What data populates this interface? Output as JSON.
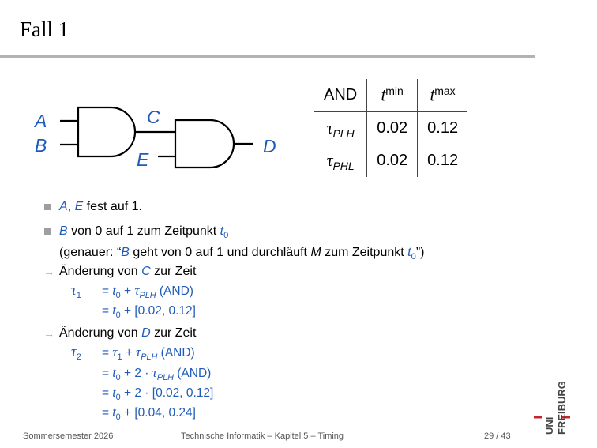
{
  "slide": {
    "title": "Fall 1"
  },
  "circuit": {
    "input_a": "A",
    "input_b": "B",
    "wire_c": "C",
    "input_e": "E",
    "output_d": "D"
  },
  "table": {
    "header": [
      "AND",
      "t",
      "min",
      "t",
      "max"
    ],
    "rows": [
      {
        "tau": "τ",
        "sub": "PLH",
        "min": "0.02",
        "max": "0.12"
      },
      {
        "tau": "τ",
        "sub": "PHL",
        "min": "0.02",
        "max": "0.12"
      }
    ]
  },
  "bullets": {
    "b1": {
      "a": "A",
      "sep": ", ",
      "e": "E",
      "rest": " fest auf 1."
    },
    "b2": {
      "b": "B",
      "rest": " von 0 auf 1 zum Zeitpunkt ",
      "t": "t",
      "t_sub": "0"
    },
    "b2_line2": {
      "pre": "(genauer: “",
      "b": "B",
      "mid": " geht von 0 auf 1 und durchläuft ",
      "m": "M",
      "mid2": " zum Zeitpunkt ",
      "t": "t",
      "t_sub": "0",
      "post": "”)"
    }
  },
  "section_c": {
    "pre": "Änderung von ",
    "var": "C",
    "post": " zur Zeit",
    "tau": "τ",
    "tau_sub": "1",
    "lines": [
      {
        "eq": "= ",
        "t": "t",
        "t_sub": "0",
        "rest": " + ",
        "tau": "τ",
        "tau_sub": "PLH",
        "tail": " (AND)"
      },
      {
        "eq": "= ",
        "t": "t",
        "t_sub": "0",
        "rest": " + [0.02, 0.12]"
      }
    ]
  },
  "section_d": {
    "pre": "Änderung von ",
    "var": "D",
    "post": " zur Zeit",
    "tau": "τ",
    "tau_sub": "2",
    "lines": [
      {
        "eq": "= ",
        "a": "τ",
        "a_sub": "1",
        "rest": " + ",
        "tau": "τ",
        "tau_sub": "PLH",
        "tail": " (AND)"
      },
      {
        "eq": "= ",
        "a": "t",
        "a_sub": "0",
        "rest": " + 2 · ",
        "tau": "τ",
        "tau_sub": "PLH",
        "tail": " (AND)"
      },
      {
        "eq": "= ",
        "a": "t",
        "a_sub": "0",
        "rest": " + 2 · [0.02, 0.12]"
      },
      {
        "eq": "= ",
        "a": "t",
        "a_sub": "0",
        "rest": " + [0.04, 0.24]"
      }
    ]
  },
  "footer": {
    "left": "Sommersemester 2026",
    "center": "Technische Informatik –  Kapitel 5 – Timing",
    "page": "29 / 43"
  },
  "logo": {
    "uni": "UNI",
    "freiburg": "FREIBURG"
  },
  "colors": {
    "accent_blue": "#1f5bb8",
    "logo_red": "#c0272d",
    "rule_gray": "#b3b3b3"
  }
}
